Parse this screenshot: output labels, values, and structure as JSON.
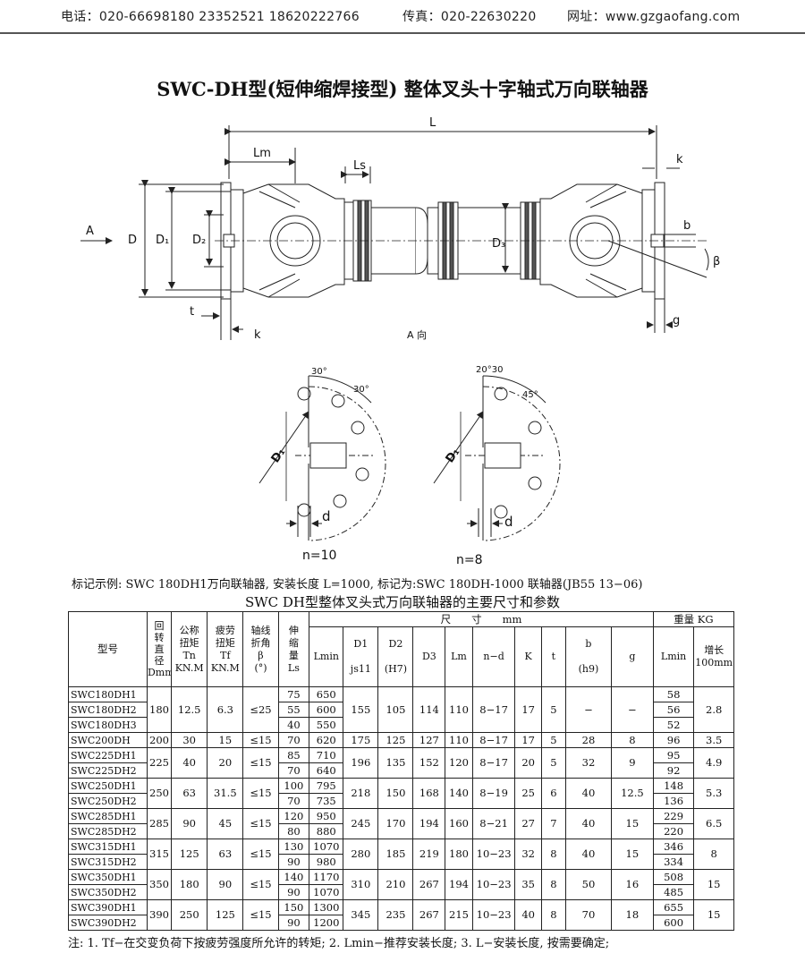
{
  "header": {
    "phone": "电话：020-66698180  23352521  18620222766",
    "fax": "传真：020-22630220",
    "website": "网址：www.gzgaofang.com"
  },
  "title": "SWC-DH型(短伸缩焊接型) 整体叉头十字轴式万向联轴器",
  "drawing_labels": {
    "L": "L",
    "Lm": "Lm",
    "Ls": "Ls",
    "k_top": "k",
    "k_bottom": "k",
    "A": "A",
    "D": "D",
    "D1": "D₁",
    "D2": "D₂",
    "D3": "D₃",
    "b": "b",
    "beta": "β",
    "t": "t",
    "g": "g",
    "a_view": "A 向"
  },
  "flange_views": {
    "left": {
      "n": "n=10",
      "angle1": "30°",
      "angle2": "30°",
      "D1": "D₁",
      "d": "d"
    },
    "right": {
      "n": "n=8",
      "angle1": "20°30",
      "angle2": "45°",
      "D1": "D₁",
      "d": "d"
    }
  },
  "marking_example": "标记示例: SWC 180DH1万向联轴器, 安装长度 L=1000, 标记为:SWC 180DH-1000 联轴器(JB55 13−06)",
  "table_title": "SWC   DH型整体叉头式万向联轴器的主要尺寸和参数",
  "table": {
    "headers": {
      "model": "型号",
      "dmm": "回\n转\n直\n径\nDmm",
      "tn": "公称\n扭矩\nTn\nKN.M",
      "tf": "疲劳\n扭矩\nTf\nKN.M",
      "beta": "轴线\n折角\nβ\n(°)",
      "ls": "伸\n缩\n量\nLs",
      "size_group": "尺　　寸　　mm",
      "lmin": "Lmin",
      "d1": "D1\n\njs11",
      "d2": "D2\n\n(H7)",
      "d3": "D3",
      "lm": "Lm",
      "nd": "n−d",
      "k": "K",
      "t": "t",
      "b": "b\n\n(h9)",
      "g": "g",
      "weight_group": "重量 KG",
      "w_lmin": "Lmin",
      "w_inc": "增长\n100mm"
    },
    "groups": [
      {
        "dmm": "180",
        "tn": "12.5",
        "tf": "6.3",
        "beta": "≤25",
        "d1": "155",
        "d2": "105",
        "d3": "114",
        "lm": "110",
        "nd": "8−17",
        "k": "17",
        "t": "5",
        "b": "−",
        "g": "−",
        "inc": "2.8",
        "rows": [
          {
            "model": "SWC180DH1",
            "ls": "75",
            "lmin": "650",
            "w": "58"
          },
          {
            "model": "SWC180DH2",
            "ls": "55",
            "lmin": "600",
            "w": "56"
          },
          {
            "model": "SWC180DH3",
            "ls": "40",
            "lmin": "550",
            "w": "52"
          }
        ]
      },
      {
        "dmm": "200",
        "tn": "30",
        "tf": "15",
        "beta": "≤15",
        "d1": "175",
        "d2": "125",
        "d3": "127",
        "lm": "110",
        "nd": "8−17",
        "k": "17",
        "t": "5",
        "b": "28",
        "g": "8",
        "inc": "3.5",
        "rows": [
          {
            "model": "SWC200DH",
            "ls": "70",
            "lmin": "620",
            "w": "96"
          }
        ]
      },
      {
        "dmm": "225",
        "tn": "40",
        "tf": "20",
        "beta": "≤15",
        "d1": "196",
        "d2": "135",
        "d3": "152",
        "lm": "120",
        "nd": "8−17",
        "k": "20",
        "t": "5",
        "b": "32",
        "g": "9",
        "inc": "4.9",
        "rows": [
          {
            "model": "SWC225DH1",
            "ls": "85",
            "lmin": "710",
            "w": "95"
          },
          {
            "model": "SWC225DH2",
            "ls": "70",
            "lmin": "640",
            "w": "92"
          }
        ]
      },
      {
        "dmm": "250",
        "tn": "63",
        "tf": "31.5",
        "beta": "≤15",
        "d1": "218",
        "d2": "150",
        "d3": "168",
        "lm": "140",
        "nd": "8−19",
        "k": "25",
        "t": "6",
        "b": "40",
        "g": "12.5",
        "inc": "5.3",
        "rows": [
          {
            "model": "SWC250DH1",
            "ls": "100",
            "lmin": "795",
            "w": "148"
          },
          {
            "model": "SWC250DH2",
            "ls": "70",
            "lmin": "735",
            "w": "136"
          }
        ]
      },
      {
        "dmm": "285",
        "tn": "90",
        "tf": "45",
        "beta": "≤15",
        "d1": "245",
        "d2": "170",
        "d3": "194",
        "lm": "160",
        "nd": "8−21",
        "k": "27",
        "t": "7",
        "b": "40",
        "g": "15",
        "inc": "6.5",
        "rows": [
          {
            "model": "SWC285DH1",
            "ls": "120",
            "lmin": "950",
            "w": "229"
          },
          {
            "model": "SWC285DH2",
            "ls": "80",
            "lmin": "880",
            "w": "220"
          }
        ]
      },
      {
        "dmm": "315",
        "tn": "125",
        "tf": "63",
        "beta": "≤15",
        "d1": "280",
        "d2": "185",
        "d3": "219",
        "lm": "180",
        "nd": "10−23",
        "k": "32",
        "t": "8",
        "b": "40",
        "g": "15",
        "inc": "8",
        "rows": [
          {
            "model": "SWC315DH1",
            "ls": "130",
            "lmin": "1070",
            "w": "346"
          },
          {
            "model": "SWC315DH2",
            "ls": "90",
            "lmin": "980",
            "w": "334"
          }
        ]
      },
      {
        "dmm": "350",
        "tn": "180",
        "tf": "90",
        "beta": "≤15",
        "d1": "310",
        "d2": "210",
        "d3": "267",
        "lm": "194",
        "nd": "10−23",
        "k": "35",
        "t": "8",
        "b": "50",
        "g": "16",
        "inc": "15",
        "rows": [
          {
            "model": "SWC350DH1",
            "ls": "140",
            "lmin": "1170",
            "w": "508"
          },
          {
            "model": "SWC350DH2",
            "ls": "90",
            "lmin": "1070",
            "w": "485"
          }
        ]
      },
      {
        "dmm": "390",
        "tn": "250",
        "tf": "125",
        "beta": "≤15",
        "d1": "345",
        "d2": "235",
        "d3": "267",
        "lm": "215",
        "nd": "10−23",
        "k": "40",
        "t": "8",
        "b": "70",
        "g": "18",
        "inc": "15",
        "rows": [
          {
            "model": "SWC390DH1",
            "ls": "150",
            "lmin": "1300",
            "w": "655"
          },
          {
            "model": "SWC390DH2",
            "ls": "90",
            "lmin": "1200",
            "w": "600"
          }
        ]
      }
    ]
  },
  "note": "注: 1. Tf−在交变负荷下按疲劳强度所允许的转矩;  2. Lmin−推荐安装长度;  3. L−安装长度, 按需要确定;"
}
